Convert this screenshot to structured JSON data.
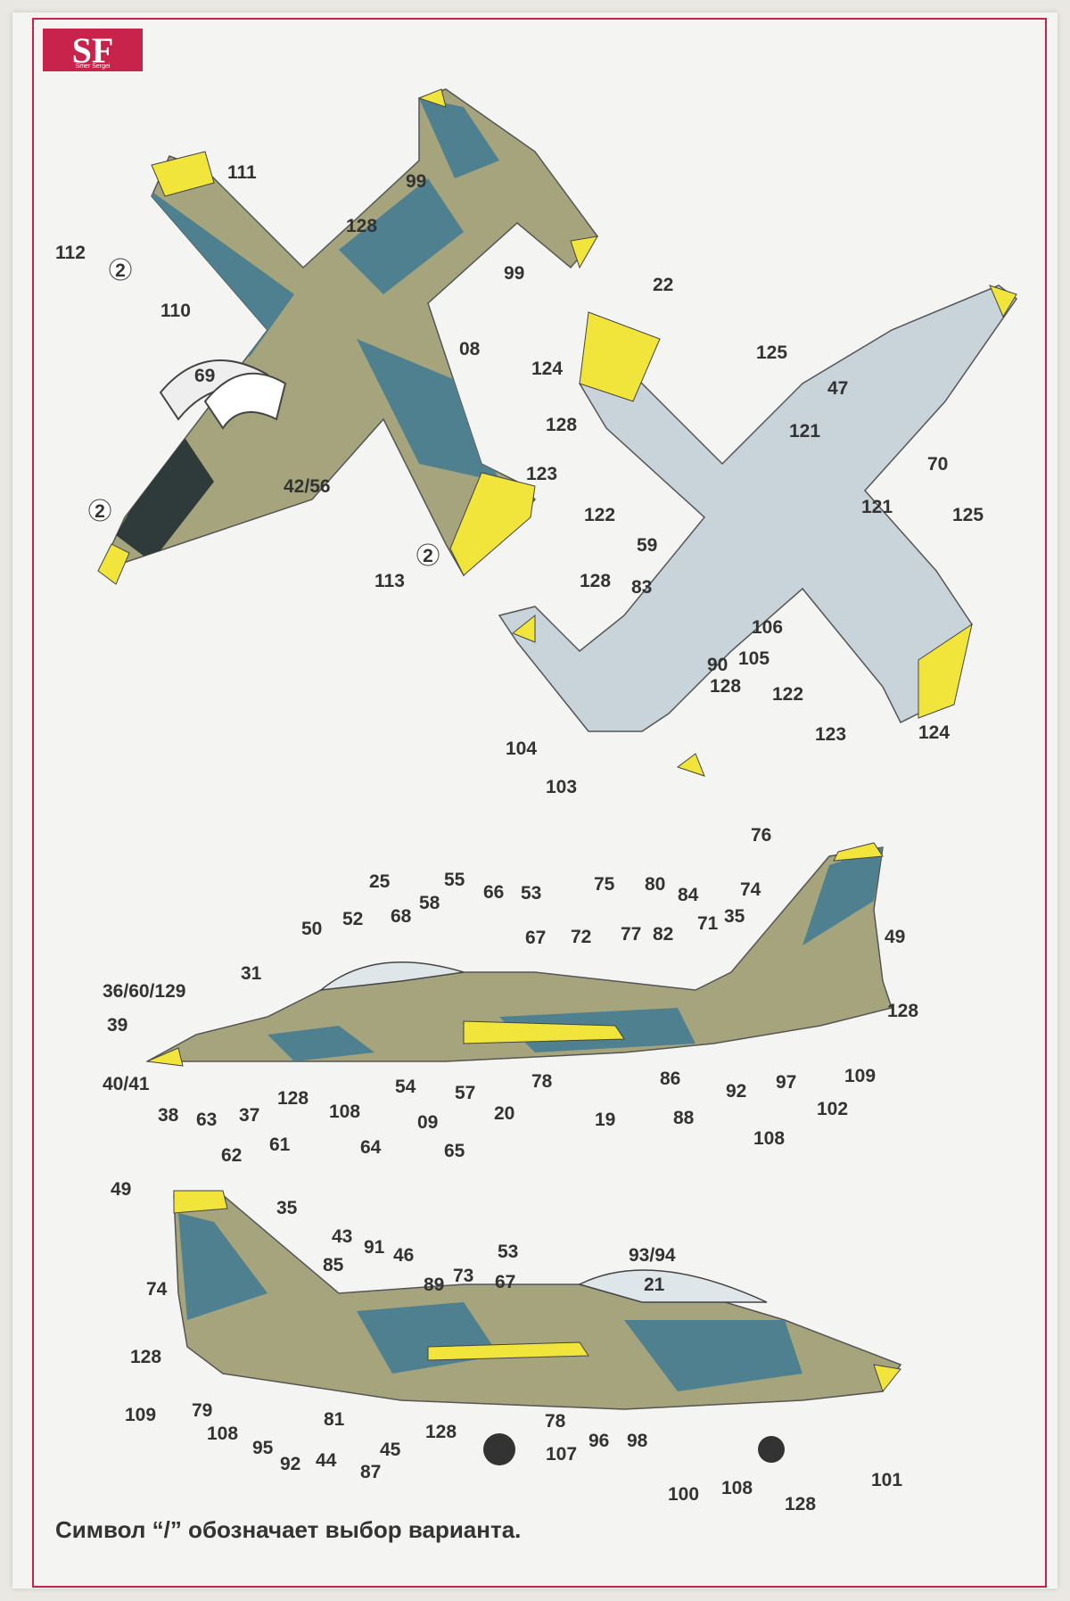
{
  "logo": {
    "text": "SF",
    "subtext": "Smer Sergei",
    "color": "#c8234a"
  },
  "caption": "Символ “/” обозначает выбор варианта.",
  "colors": {
    "frame": "#c8234a",
    "camo_blue": "#4f8090",
    "camo_khaki": "#a6a47c",
    "underside": "#c9d3da",
    "yellow": "#f1e43a"
  },
  "views": {
    "top": {
      "labels": [
        "111",
        "99",
        "128",
        "112",
        "99",
        "110",
        "08",
        "69",
        "128",
        "42/56",
        "113"
      ],
      "fuel_icons": [
        "2",
        "2",
        "2"
      ]
    },
    "bottom": {
      "labels": [
        "22",
        "125",
        "124",
        "47",
        "121",
        "70",
        "123",
        "121",
        "122",
        "125",
        "59",
        "83",
        "128",
        "106",
        "105",
        "90",
        "104",
        "122",
        "123",
        "124",
        "128",
        "103"
      ]
    },
    "left": {
      "labels": [
        "76",
        "25",
        "55",
        "66",
        "53",
        "75",
        "80",
        "84",
        "74",
        "50",
        "52",
        "68",
        "58",
        "35",
        "71",
        "67",
        "72",
        "77",
        "82",
        "49",
        "31",
        "36/60/129",
        "39",
        "128",
        "40/41",
        "128",
        "54",
        "57",
        "20",
        "78",
        "19",
        "86",
        "88",
        "92",
        "97",
        "109",
        "102",
        "38",
        "63",
        "37",
        "61",
        "108",
        "09",
        "64",
        "65",
        "62",
        "108"
      ]
    },
    "right": {
      "labels": [
        "49",
        "35",
        "43",
        "91",
        "46",
        "53",
        "93/94",
        "85",
        "89",
        "73",
        "67",
        "21",
        "74",
        "128",
        "109",
        "79",
        "108",
        "95",
        "92",
        "44",
        "81",
        "87",
        "45",
        "128",
        "107",
        "78",
        "96",
        "98",
        "100",
        "108",
        "128",
        "101"
      ]
    }
  }
}
